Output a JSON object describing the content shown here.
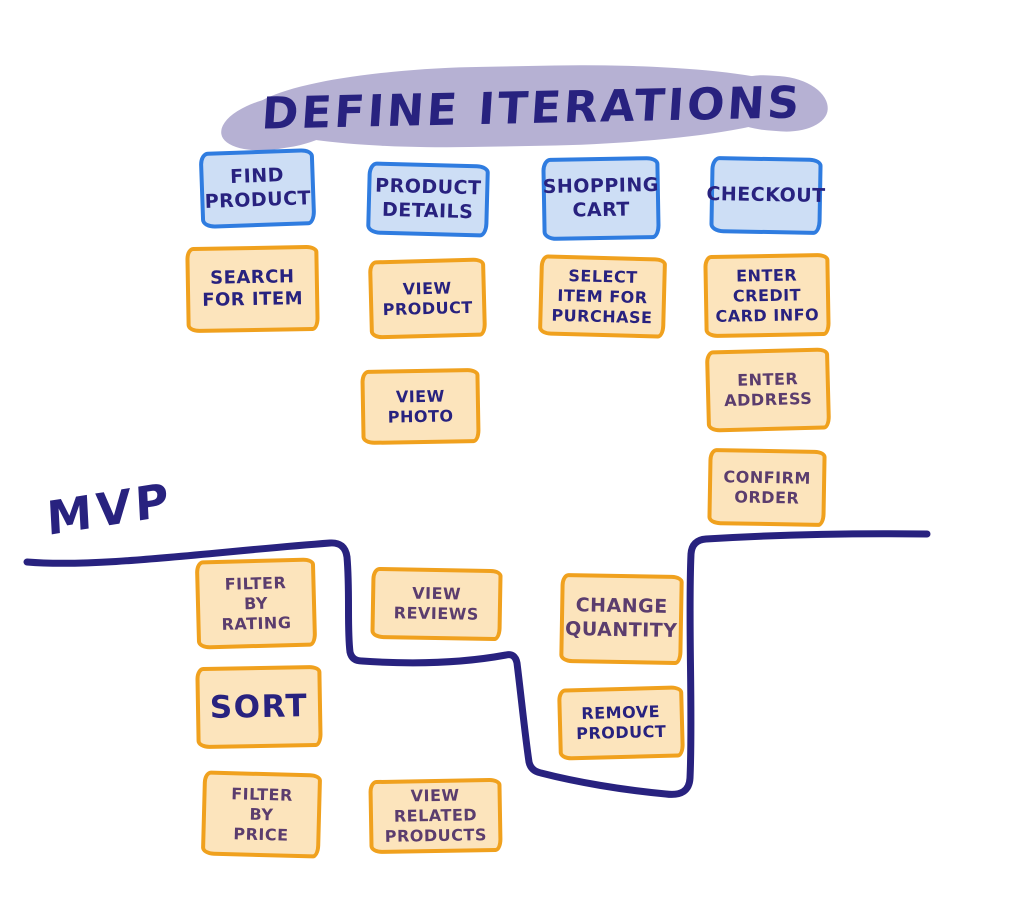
{
  "title": "DEFINE ITERATIONS",
  "mvp": {
    "label": "MVP"
  },
  "colors": {
    "ink_navy": "#28227f",
    "ink_purple": "#5b3d6e",
    "header_fill": "#cddef5",
    "header_border": "#2f7ce0",
    "sticky_fill": "#fce4bc",
    "sticky_border": "#f0a11e",
    "title_highlight": "#b6b1d3",
    "background": "#ffffff"
  },
  "columns": [
    {
      "header": "FIND PRODUCT",
      "mvp_stories": [
        "SEARCH FOR ITEM"
      ],
      "later_stories": [
        "FILTER BY RATING",
        "SORT",
        "FILTER BY PRICE"
      ]
    },
    {
      "header": "PRODUCT DETAILS",
      "mvp_stories": [
        "VIEW PRODUCT",
        "VIEW PHOTO"
      ],
      "later_stories": [
        "VIEW REVIEWS",
        "VIEW RELATED PRODUCTS"
      ]
    },
    {
      "header": "SHOPPING CART",
      "mvp_stories": [
        "SELECT ITEM FOR PURCHASE"
      ],
      "later_stories": [
        "CHANGE QUANTITY",
        "REMOVE PRODUCT"
      ]
    },
    {
      "header": "CHECKOUT",
      "mvp_stories": [
        "ENTER CREDIT CARD INFO",
        "ENTER ADDRESS",
        "CONFIRM ORDER"
      ],
      "later_stories": []
    }
  ]
}
